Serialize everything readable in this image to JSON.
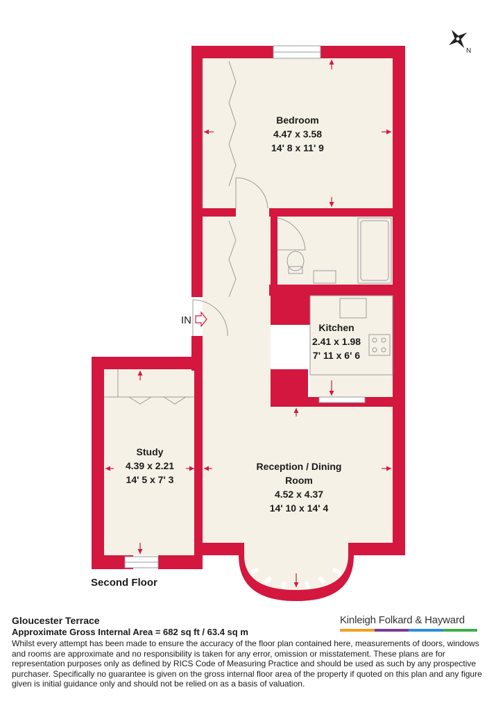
{
  "rooms": {
    "bedroom": {
      "name": "Bedroom",
      "metric": "4.47 x 3.58",
      "imperial": "14' 8 x 11' 9"
    },
    "kitchen": {
      "name": "Kitchen",
      "metric": "2.41 x 1.98",
      "imperial": "7' 11 x 6' 6"
    },
    "study": {
      "name": "Study",
      "metric": "4.39 x 2.21",
      "imperial": "14' 5 x 7' 3"
    },
    "reception": {
      "name_line1": "Reception / Dining",
      "name_line2": "Room",
      "metric": "4.52 x 4.37",
      "imperial": "14' 10 x 14' 4"
    }
  },
  "entrance_label": "IN",
  "floor_label": "Second Floor",
  "compass_label": "N",
  "property": {
    "title": "Gloucester Terrace",
    "gross_area": "Approximate Gross Internal Area = 682 sq ft / 63.4 sq m",
    "disclaimer": "Whilst every attempt has been made to ensure the accuracy of the floor plan contained here, measurements of doors, windows and rooms are approximate and no responsibility is taken for any error, omission or misstatement. These plans are for representation purposes only as defined by RICS Code of Measuring Practice and should be used as such by any prospective purchaser. Specifically no guarantee is given on the gross internal floor area of the property if quoted on this plan and any figure given is initial guidance only and should not be relied on as a basis of valuation."
  },
  "brand": {
    "name": "Kinleigh Folkard & Hayward",
    "bar_colors": [
      "#f0a020",
      "#7a3c96",
      "#2b8fd6",
      "#3fae49"
    ]
  },
  "colors": {
    "wall": "#d3173f",
    "floor": "#f5f1e6",
    "outline": "#b8b0a0"
  }
}
